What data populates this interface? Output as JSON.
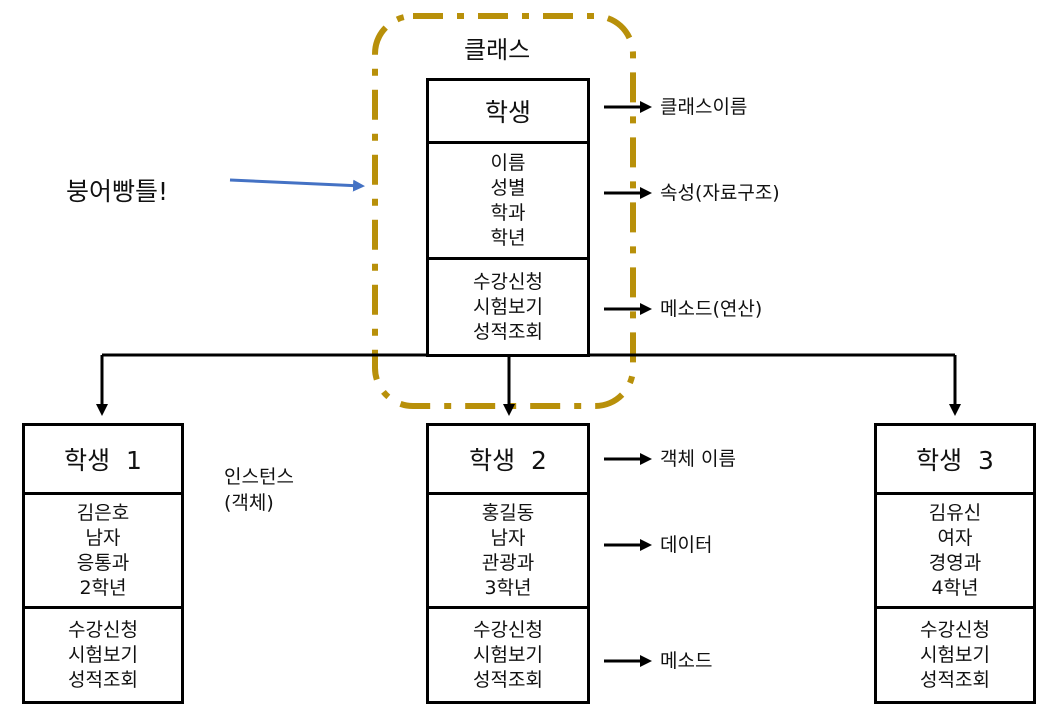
{
  "class_frame": {
    "title": "클래스",
    "frame_color": "#b8900a",
    "box": {
      "name": "학생",
      "attributes": [
        "이름",
        "성별",
        "학과",
        "학년"
      ],
      "methods": [
        "수강신청",
        "시험보기",
        "성적조회"
      ]
    },
    "annotations": {
      "name": "클래스이름",
      "attributes": "속성(자료구조)",
      "methods": "메소드(연산)"
    }
  },
  "analogy": {
    "text": "붕어빵틀!",
    "arrow_color": "#4472c4"
  },
  "instance_label": [
    "인스턴스",
    "(객체)"
  ],
  "instances": [
    {
      "name": "학생  1",
      "data": [
        "김은호",
        "남자",
        "응통과",
        "2학년"
      ],
      "methods": [
        "수강신청",
        "시험보기",
        "성적조회"
      ]
    },
    {
      "name": "학생  2",
      "data": [
        "홍길동",
        "남자",
        "관광과",
        "3학년"
      ],
      "methods": [
        "수강신청",
        "시험보기",
        "성적조회"
      ]
    },
    {
      "name": "학생  3",
      "data": [
        "김유신",
        "여자",
        "경영과",
        "4학년"
      ],
      "methods": [
        "수강신청",
        "시험보기",
        "성적조회"
      ]
    }
  ],
  "instance_annotations": {
    "name": "객체 이름",
    "data": "데이터",
    "methods": "메소드"
  }
}
